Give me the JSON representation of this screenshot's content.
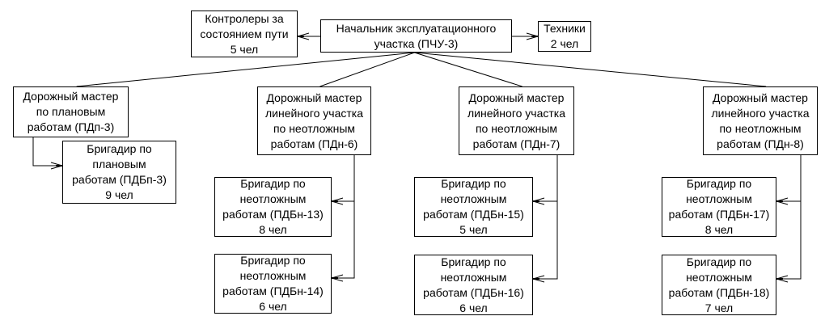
{
  "diagram": {
    "type": "org-chart",
    "root": "pchu3",
    "nodes": [
      {
        "id": "pchu3",
        "text": "Начальник эксплуатационного\nучастка (ПЧУ-3)"
      },
      {
        "id": "controllers",
        "text": "Контролеры за\nсостоянием пути\n5 чел"
      },
      {
        "id": "technicians",
        "text": "Техники\n2 чел"
      },
      {
        "id": "pdp3",
        "text": "Дорожный мастер\nпо плановым\nработам (ПДп-3)"
      },
      {
        "id": "pdbp3",
        "text": "Бригадир по\nплановым\nработам (ПДБп-3)\n9 чел"
      },
      {
        "id": "pdn6",
        "text": "Дорожный мастер\nлинейного участка\nпо неотложным\nработам (ПДн-6)"
      },
      {
        "id": "pdbn13",
        "text": "Бригадир по\nнеотложным\nработам (ПДБн-13)\n8 чел"
      },
      {
        "id": "pdbn14",
        "text": "Бригадир по\nнеотложным\nработам (ПДБн-14)\n6 чел"
      },
      {
        "id": "pdn7",
        "text": "Дорожный мастер\nлинейного участка\nпо неотложным\nработам (ПДн-7)"
      },
      {
        "id": "pdbn15",
        "text": "Бригадир по\nнеотложным\nработам (ПДБн-15)\n5 чел"
      },
      {
        "id": "pdbn16",
        "text": "Бригадир по\nнеотложным\nработам (ПДБн-16)\n6 чел"
      },
      {
        "id": "pdn8",
        "text": "Дорожный мастер\nлинейного участка\nпо неотложным\nработам (ПДн-8)"
      },
      {
        "id": "pdbn17",
        "text": "Бригадир по\nнеотложным\nработам (ПДБн-17)\n8 чел"
      },
      {
        "id": "pdbn18",
        "text": "Бригадир по\nнеотложным\nработам (ПДБн-18)\n7 чел"
      }
    ],
    "edges": [
      {
        "from": "pchu3",
        "to": "controllers",
        "style": "arrow"
      },
      {
        "from": "pchu3",
        "to": "technicians",
        "style": "arrow"
      },
      {
        "from": "pchu3",
        "to": "pdp3",
        "style": "line"
      },
      {
        "from": "pchu3",
        "to": "pdn6",
        "style": "line"
      },
      {
        "from": "pchu3",
        "to": "pdn7",
        "style": "line"
      },
      {
        "from": "pchu3",
        "to": "pdn8",
        "style": "line"
      },
      {
        "from": "pdp3",
        "to": "pdbp3",
        "style": "arrow"
      },
      {
        "from": "pdn6",
        "to": "pdbn13",
        "style": "arrow"
      },
      {
        "from": "pdn6",
        "to": "pdbn14",
        "style": "arrow"
      },
      {
        "from": "pdn7",
        "to": "pdbn15",
        "style": "arrow"
      },
      {
        "from": "pdn7",
        "to": "pdbn16",
        "style": "arrow"
      },
      {
        "from": "pdn8",
        "to": "pdbn17",
        "style": "arrow"
      },
      {
        "from": "pdn8",
        "to": "pdbn18",
        "style": "arrow"
      }
    ]
  }
}
